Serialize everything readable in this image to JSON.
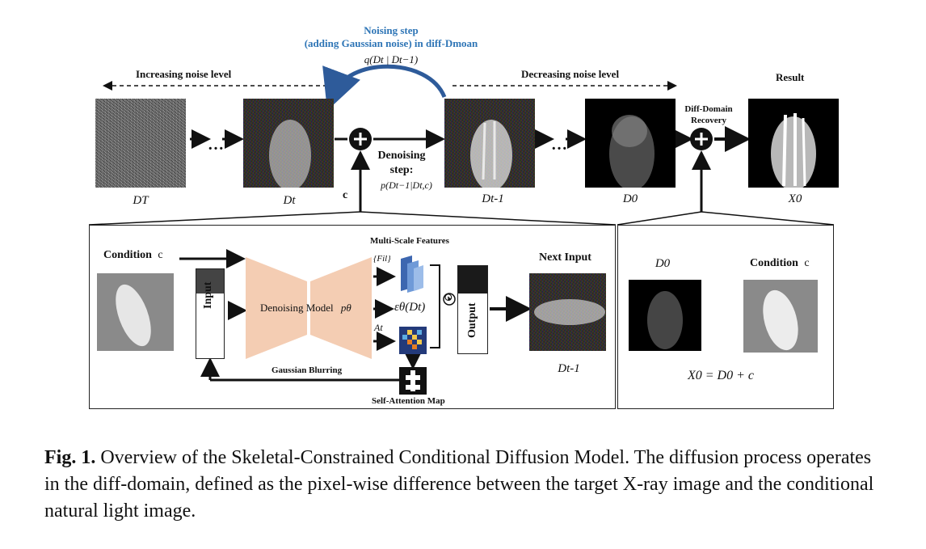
{
  "top": {
    "noising_title_line1": "Noising step",
    "noising_title_line2": "(adding Gaussian noise) in diff-Dmoan",
    "noising_formula": "q(Dt | Dt−1)",
    "increasing_label": "Increasing noise level",
    "decreasing_label": "Decreasing noise level",
    "result_label": "Result",
    "recovery_line1": "Diff-Domain",
    "recovery_line2": "Recovery",
    "denoising_line1": "Denoising",
    "denoising_line2": "step:",
    "denoising_formula": "p(Dt−1|Dt,c)",
    "c_label": "c",
    "ellipsis": "…",
    "image_labels": {
      "dT": "DT",
      "dt": "Dt",
      "dt1": "Dt-1",
      "d0": "D0",
      "x0": "X0"
    }
  },
  "bottom_left": {
    "condition_label": "Condition",
    "condition_symbol": "c",
    "input_label": "Input",
    "model_label": "Denoising Model",
    "model_symbol": "pθ",
    "multiscale_label": "Multi-Scale Features",
    "features_symbol": "{Fil}",
    "epsilon_symbol": "εθ(Dt)",
    "attn_symbol": "At",
    "odot": "⊙",
    "output_label": "Output",
    "next_input_label": "Next Input",
    "next_input_symbol": "Dt-1",
    "blur_label": "Gaussian Blurring",
    "attention_map_label": "Self-Attention Map"
  },
  "bottom_right": {
    "d0_label": "D0",
    "condition_label": "Condition",
    "condition_symbol": "c",
    "equation": "X0 = D0 + c"
  },
  "caption": {
    "prefix": "Fig. 1.",
    "text": "Overview of the Skeletal-Constrained Conditional Diffusion Model. The diffusion process operates in the diff-domain, defined as the pixel-wise difference between the target X-ray image and the conditional natural light image."
  },
  "colors": {
    "accent_blue": "#2e75b6",
    "model_fill": "#f4cdb3",
    "feature_blue": "#4f7fc9"
  }
}
